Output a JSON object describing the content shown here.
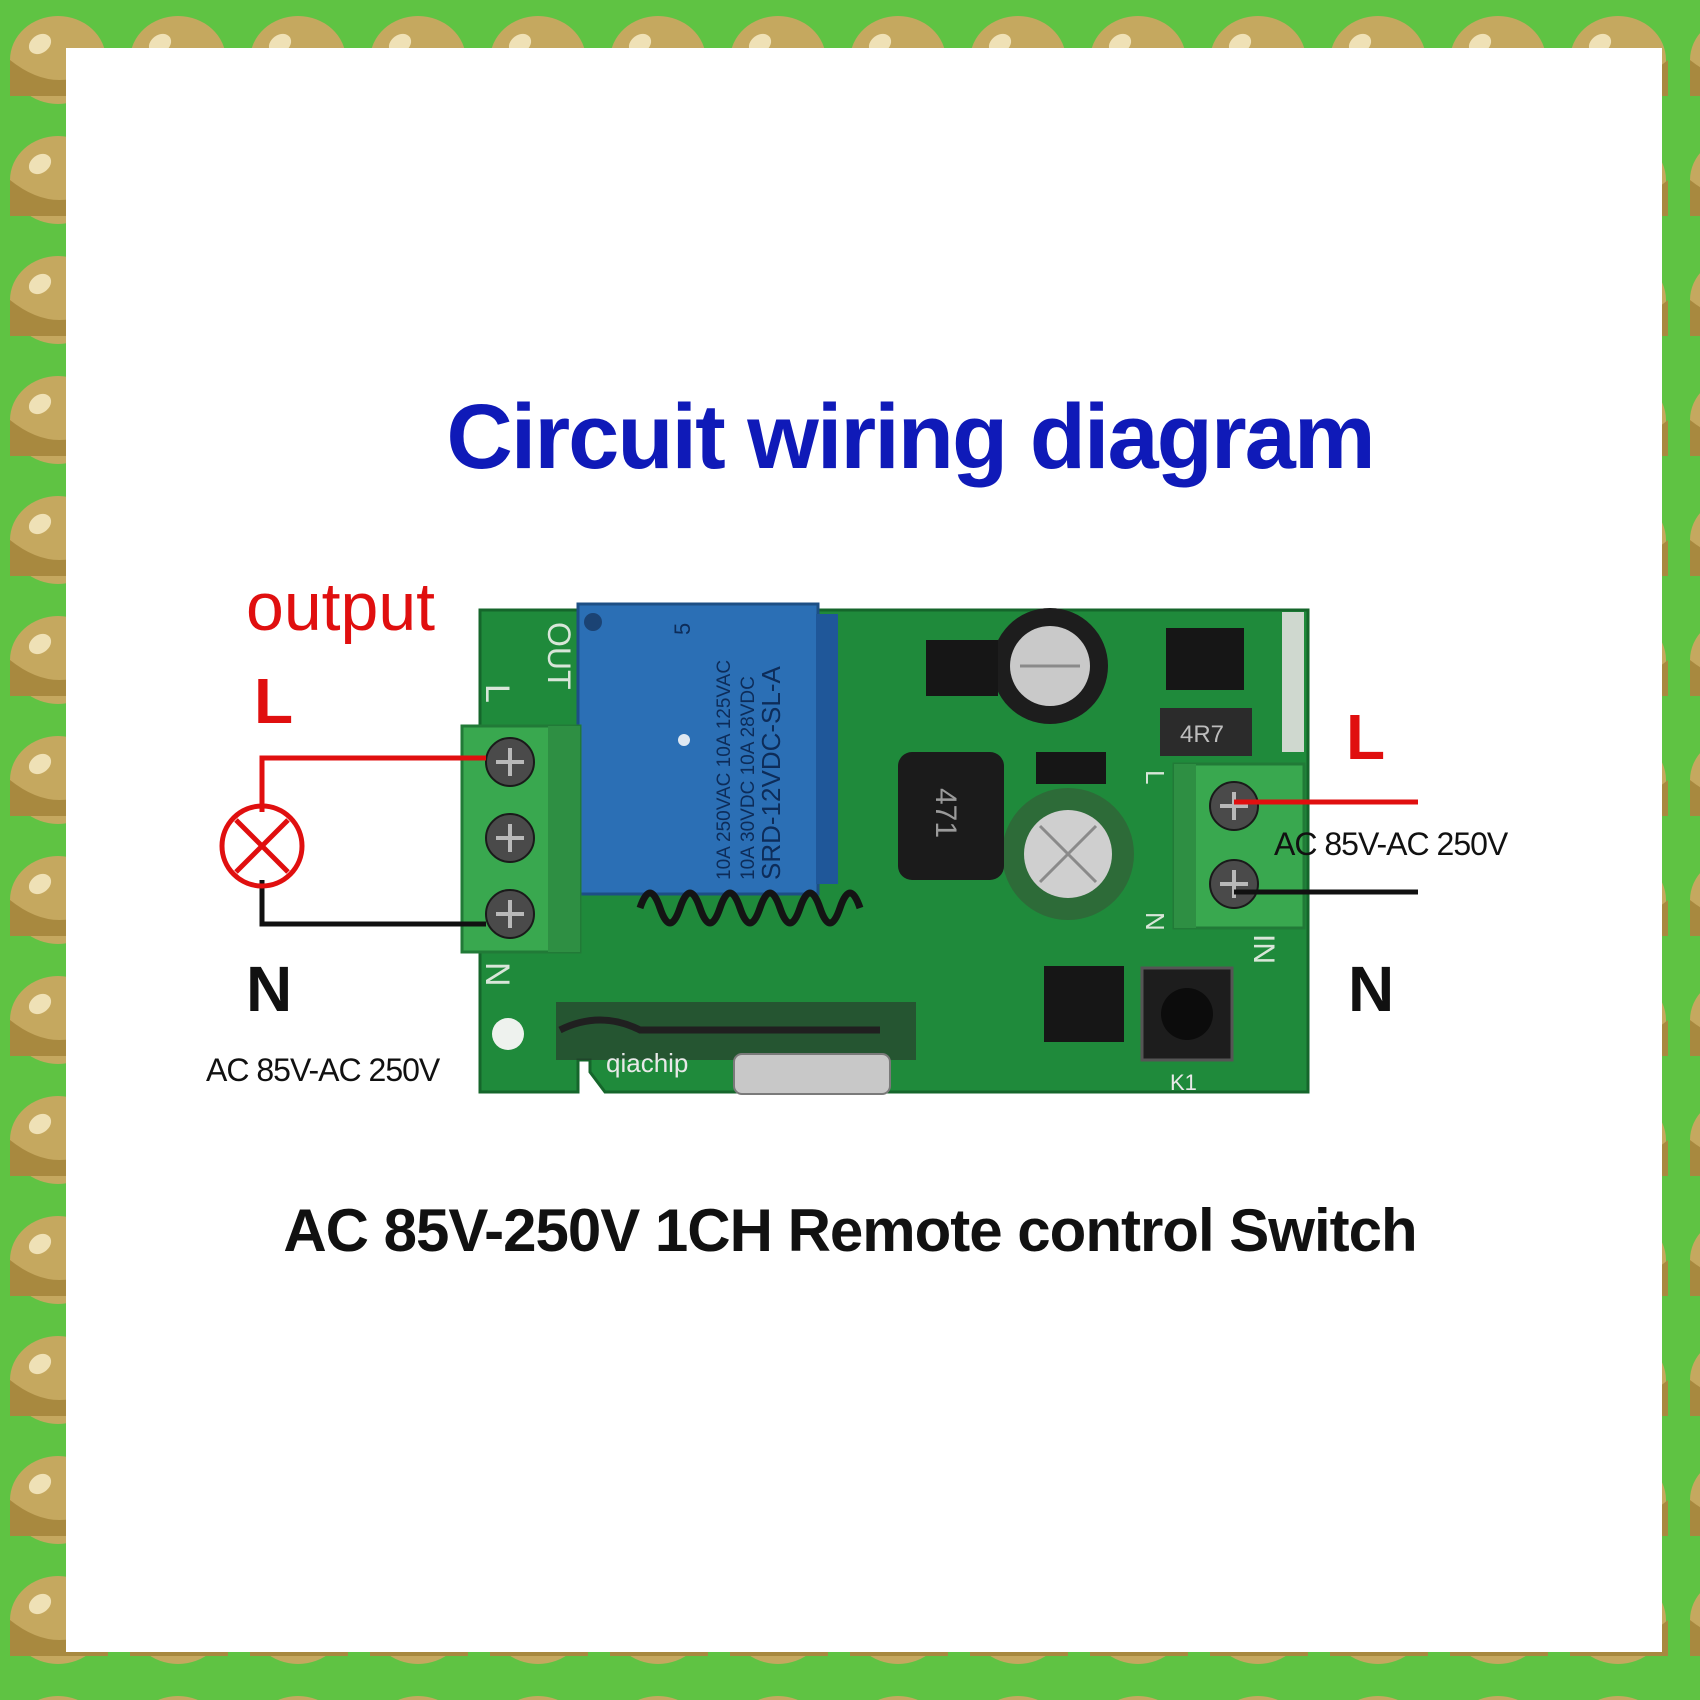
{
  "colors": {
    "border_green": "#5fc343",
    "border_tile": "#c5a85f",
    "title_blue": "#0f1ab8",
    "label_red": "#e00f0f",
    "text_black": "#111111",
    "pcb_green": "#1f8a3b",
    "relay_blue": "#2b6fb5",
    "terminal_green": "#39a84f"
  },
  "title": "Circuit wiring diagram",
  "output_label": "output",
  "left_L": "L",
  "left_N": "N",
  "left_voltage": "AC 85V-AC 250V",
  "right_L": "L",
  "right_N": "N",
  "right_voltage": "AC 85V-AC 250V",
  "caption": "AC 85V-250V 1CH Remote control Switch",
  "board": {
    "silk_out": "OUT",
    "silk_L": "L",
    "silk_N": "N",
    "silk_L_in": "L",
    "silk_N_in": "N",
    "silk_IN": "IN",
    "silk_K1": "K1",
    "silk_brand": "qiachip",
    "inductor_code": "471",
    "resistor_code": "4R7",
    "relay_model": "SRD-12VDC-SL-A",
    "relay_rating_1": "10A 250VAC  10A 125VAC",
    "relay_rating_2": "10A 30VDC  10A 28VDC",
    "relay_mark": "5"
  }
}
